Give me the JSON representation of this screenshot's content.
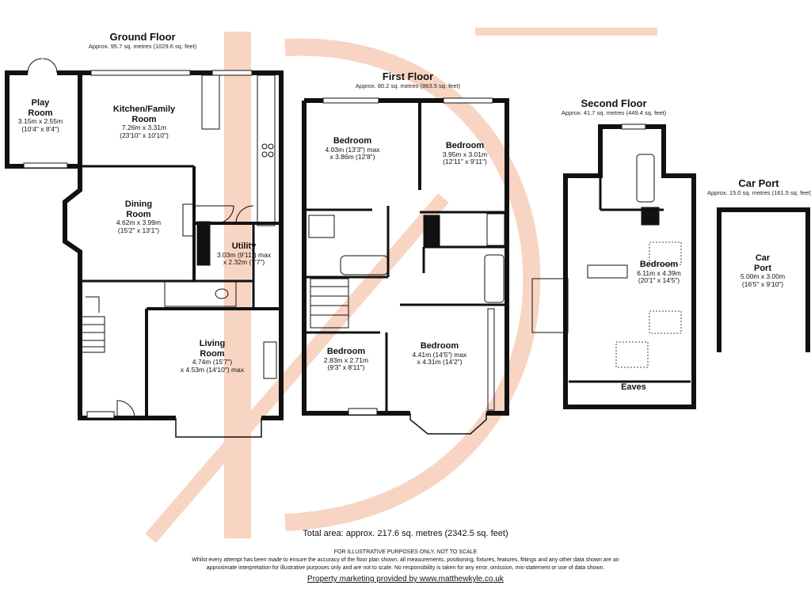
{
  "watermark": {
    "color": "#f7c9b3",
    "letter": "D"
  },
  "ground_floor": {
    "title": "Ground Floor",
    "area": "Approx. 95.7 sq. metres (1029.6 sq. feet)",
    "rooms": {
      "play": {
        "name": "Play\nRoom",
        "dim": "3.15m x 2.55m\n(10'4\" x 8'4\")"
      },
      "kitchen": {
        "name": "Kitchen/Family\nRoom",
        "dim": "7.26m x 3.31m\n(23'10\" x 10'10\")"
      },
      "dining": {
        "name": "Dining\nRoom",
        "dim": "4.62m x 3.99m\n(15'2\" x 13'1\")"
      },
      "utility": {
        "name": "Utility",
        "dim": "3.03m (9'11\") max\nx 2.32m (7'7\")"
      },
      "living": {
        "name": "Living\nRoom",
        "dim": "4.74m (15'7\")\nx 4.53m (14'10\") max"
      }
    }
  },
  "first_floor": {
    "title": "First Floor",
    "area": "Approx. 80.2 sq. metres (863.5 sq. feet)",
    "rooms": {
      "bed1": {
        "name": "Bedroom",
        "dim": "4.03m (13'3\") max\nx 3.86m (12'8\")"
      },
      "bed2": {
        "name": "Bedroom",
        "dim": "3.95m x 3.01m\n(12'11\" x 9'11\")"
      },
      "bed3": {
        "name": "Bedroom",
        "dim": "2.83m x 2.71m\n(9'3\" x 8'11\")"
      },
      "bed4": {
        "name": "Bedroom",
        "dim": "4.41m (14'5\") max\nx 4.31m (14'2\")"
      }
    }
  },
  "second_floor": {
    "title": "Second Floor",
    "area": "Approx. 41.7 sq. metres (449.4 sq. feet)",
    "rooms": {
      "bed": {
        "name": "Bedroom",
        "dim": "6.11m x 4.39m\n(20'1\" x 14'5\")"
      },
      "eaves": {
        "name": "Eaves"
      }
    }
  },
  "car_port": {
    "title": "Car Port",
    "area": "Approx. 15.0 sq. metres (161.5 sq. feet)",
    "room": {
      "name": "Car\nPort",
      "dim": "5.00m x 3.00m\n(16'5\" x 9'10\")"
    }
  },
  "footer": {
    "total": "Total area: approx. 217.6 sq. metres (2342.5 sq. feet)",
    "disclaimer_title": "FOR ILLUSTRATIVE PURPOSES ONLY, NOT TO SCALE",
    "disclaimer_line1": "Whilst every attempt has been made to ensure the accuracy of the floor plan shown, all measurements, positioning, fixtures, features, fittings and any other data shown are an",
    "disclaimer_line2": "approximate interpretation for illustrative purposes only and are not to scale. No responsibility is taken for any error, omission, mis-statement or use of data shown.",
    "marketing": "Property marketing provided by www.matthewkyle.co.uk"
  }
}
